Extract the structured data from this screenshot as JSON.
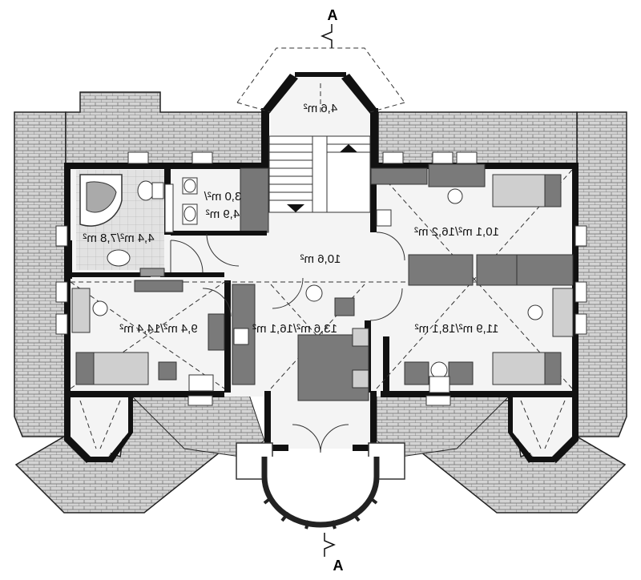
{
  "section_marks": {
    "top": "A",
    "bottom": "A"
  },
  "rooms": [
    {
      "id": "bay-top",
      "area": "4,6 m²"
    },
    {
      "id": "bathroom",
      "area": "4,4 m²/7,8 m²"
    },
    {
      "id": "wc",
      "area_line1": "3,0 m²/",
      "area_line2": "4,9 m²"
    },
    {
      "id": "hall",
      "area": "10,6 m²"
    },
    {
      "id": "room-ne",
      "area": "10,1 m²/16,2 m²"
    },
    {
      "id": "room-sw",
      "area": "9,4 m²/14,4 m²"
    },
    {
      "id": "room-center",
      "area": "13,6 m²/16,1 m²"
    },
    {
      "id": "room-se",
      "area": "11,9 m²/18,1 m²"
    }
  ]
}
